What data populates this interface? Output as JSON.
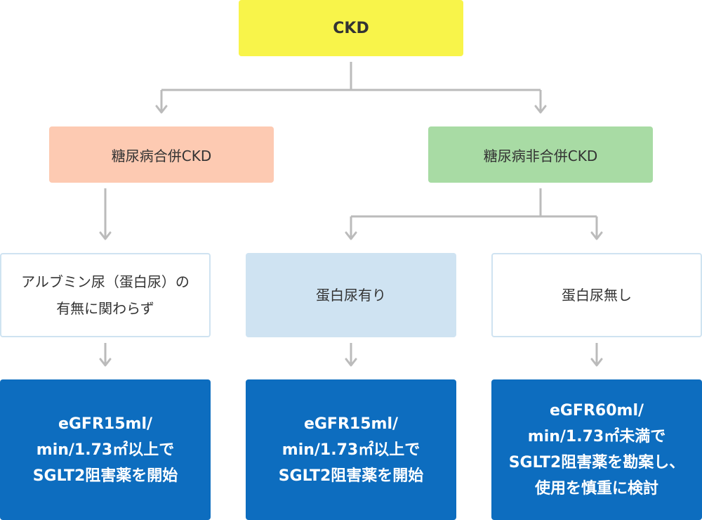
{
  "nodes": {
    "root": "CKD",
    "diabetic": "糖尿病合併CKD",
    "non_diabetic": "糖尿病非合併CKD",
    "cond_albuminuria_any": "アルブミン尿（蛋白尿）の\n有無に関わらず",
    "cond_proteinuria_yes": "蛋白尿有り",
    "cond_proteinuria_no": "蛋白尿無し",
    "result_1": "eGFR15ml/\nmin/1.73㎡以上で\nSGLT2阻害薬を開始",
    "result_2": "eGFR15ml/\nmin/1.73㎡以上で\nSGLT2阻害薬を開始",
    "result_3": "eGFR60ml/\nmin/1.73㎡未満で\nSGLT2阻害薬を勘案し、\n使用を慎重に検討"
  },
  "colors": {
    "root": "#f8f44a",
    "diabetic": "#fdcab2",
    "non_diabetic": "#a8dba4",
    "condition_fill": "#cfe3f2",
    "condition_border": "#cfe3f1",
    "result": "#0d6dbf",
    "connector": "#bbbbbb"
  }
}
